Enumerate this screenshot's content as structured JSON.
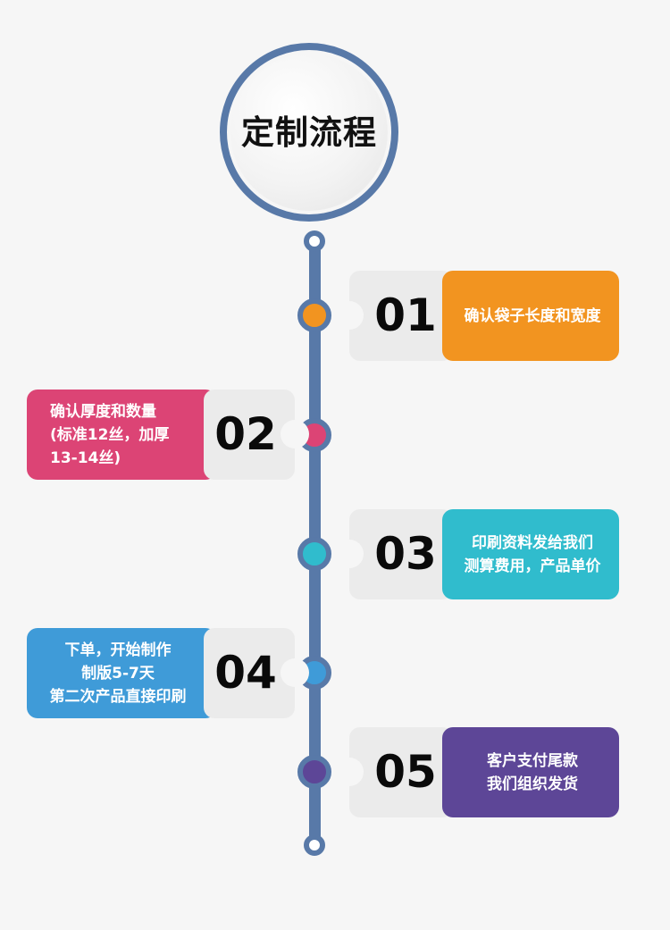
{
  "title": "定制流程",
  "colors": {
    "line": "#5879a8",
    "step1": "#f29420",
    "step2": "#dc4475",
    "step3": "#30bccd",
    "step4": "#3f9bd8",
    "step5": "#5d4697"
  },
  "steps": [
    {
      "number": "01",
      "lines": [
        "确认袋子长度和宽度"
      ]
    },
    {
      "number": "02",
      "lines": [
        "确认厚度和数量",
        "(标准12丝，加厚",
        "13-14丝)"
      ]
    },
    {
      "number": "03",
      "lines": [
        "印刷资料发给我们",
        "测算费用，产品单价"
      ]
    },
    {
      "number": "04",
      "lines": [
        "下单，开始制作",
        "制版5-7天",
        "第二次产品直接印刷"
      ]
    },
    {
      "number": "05",
      "lines": [
        "客户支付尾款",
        "我们组织发货"
      ]
    }
  ]
}
